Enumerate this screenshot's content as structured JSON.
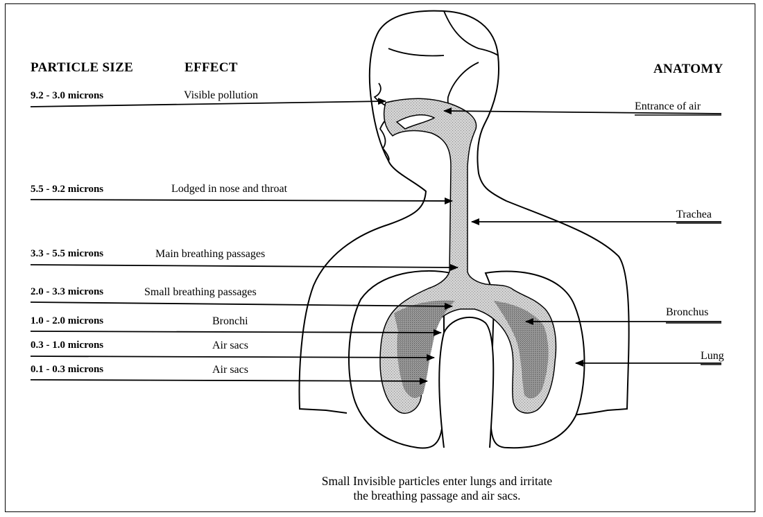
{
  "headers": {
    "particle_size": "PARTICLE SIZE",
    "effect": "EFFECT",
    "anatomy": "ANATOMY"
  },
  "rows": [
    {
      "size": "9.2 - 3.0 microns",
      "effect": "Visible pollution"
    },
    {
      "size": "5.5 - 9.2 microns",
      "effect": "Lodged in nose and throat"
    },
    {
      "size": "3.3 - 5.5 microns",
      "effect": "Main breathing passages"
    },
    {
      "size": "2.0 - 3.3 microns",
      "effect": "Small breathing passages"
    },
    {
      "size": "1.0 - 2.0 microns",
      "effect": "Bronchi"
    },
    {
      "size": "0.3 - 1.0 microns",
      "effect": "Air sacs"
    },
    {
      "size": "0.1 - 0.3 microns",
      "effect": "Air sacs"
    }
  ],
  "anatomy": [
    {
      "label": "Entrance of air"
    },
    {
      "label": "Trachea"
    },
    {
      "label": "Bronchus"
    },
    {
      "label": "Lung"
    }
  ],
  "caption": {
    "line1": "Small Invisible particles enter  lungs and irritate",
    "line2": "the breathing passage and air sacs."
  }
}
